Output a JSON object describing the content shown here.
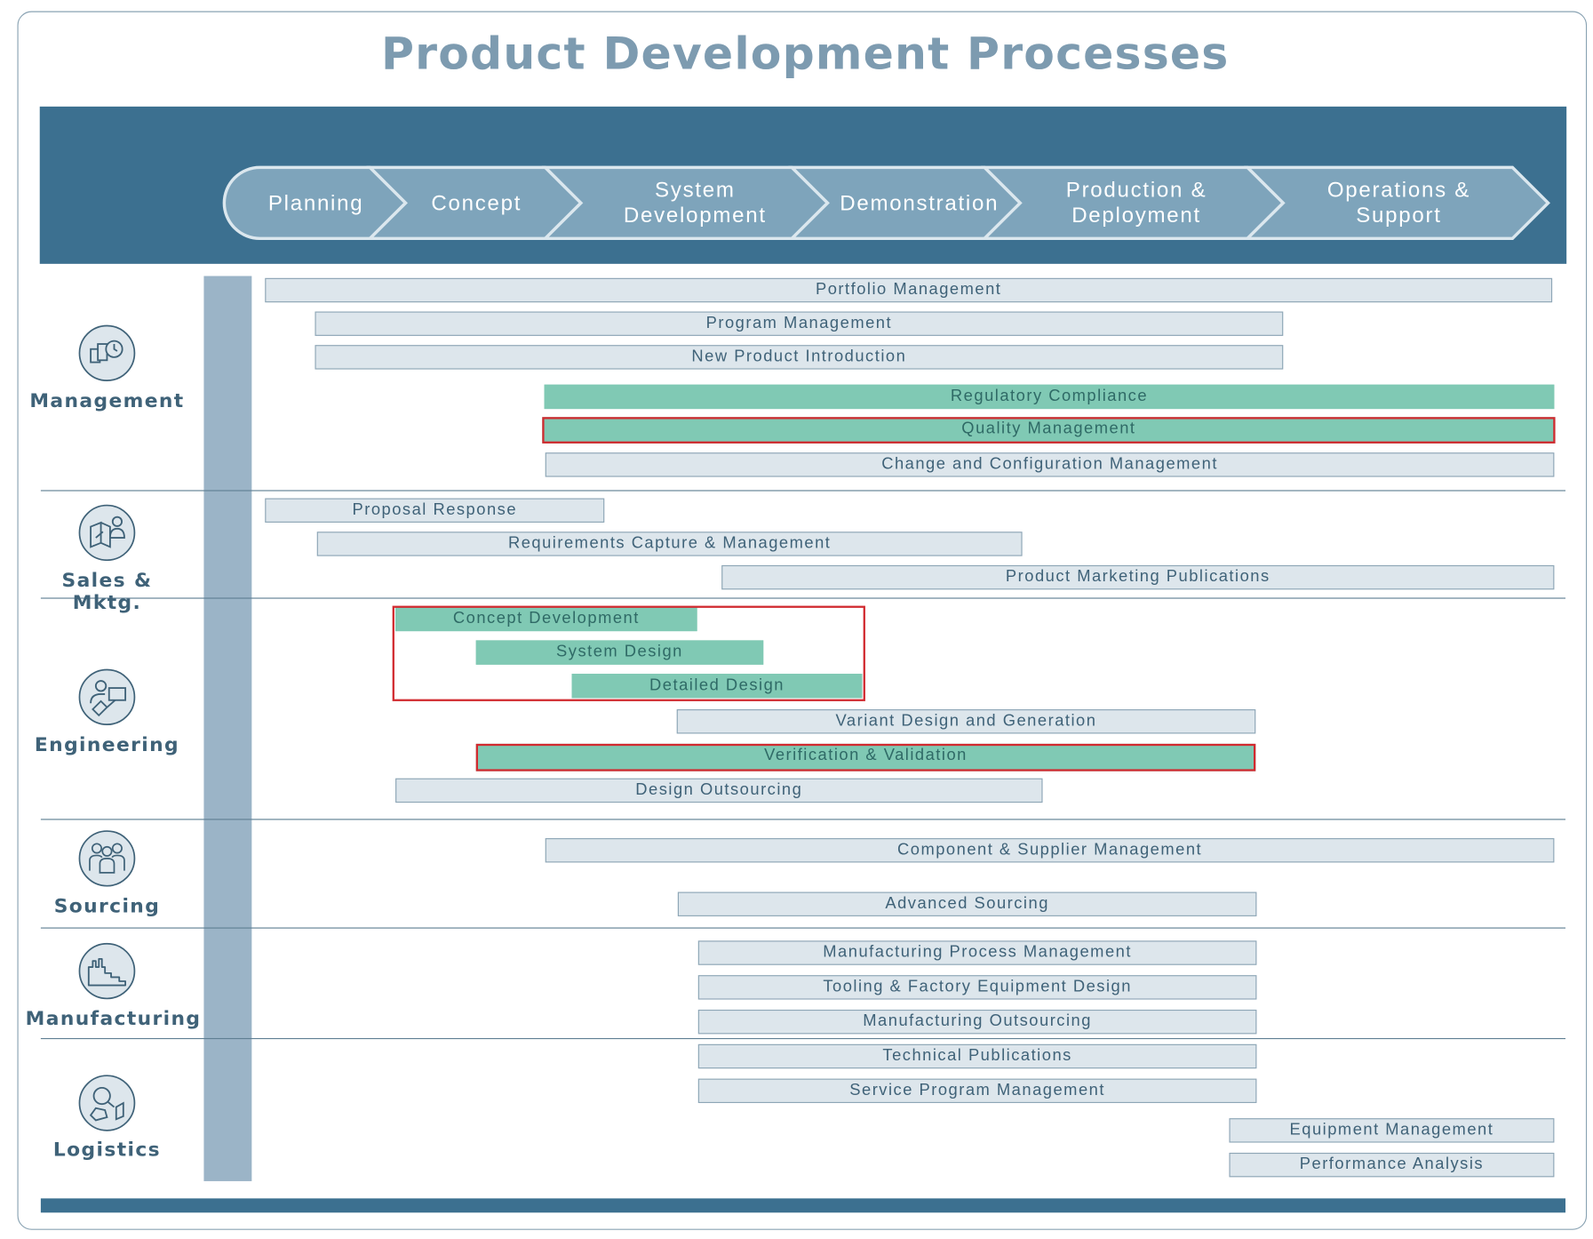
{
  "title": "Product Development Processes",
  "colors": {
    "header": "#3c7090",
    "phase_fill": "#7ea4bb",
    "bar_gray": "#dde6ec",
    "bar_green": "#80c9b4",
    "highlight_red": "#d12a2f"
  },
  "phases": [
    {
      "label": "Planning"
    },
    {
      "label": "Concept"
    },
    {
      "label": "System Development"
    },
    {
      "label": "Demonstration"
    },
    {
      "label": "Production & Deployment"
    },
    {
      "label": "Operations & Support"
    }
  ],
  "categories": [
    {
      "label": "Management",
      "icon": "management-icon"
    },
    {
      "label": "Sales & Mktg.",
      "icon": "sales-marketing-icon"
    },
    {
      "label": "Engineering",
      "icon": "engineering-icon"
    },
    {
      "label": "Sourcing",
      "icon": "sourcing-icon"
    },
    {
      "label": "Manufacturing",
      "icon": "manufacturing-icon"
    },
    {
      "label": "Logistics",
      "icon": "logistics-icon"
    }
  ],
  "processes": [
    {
      "label": "Portfolio Management",
      "style": "gray"
    },
    {
      "label": "Program Management",
      "style": "gray"
    },
    {
      "label": "New Product Introduction",
      "style": "gray"
    },
    {
      "label": "Regulatory Compliance",
      "style": "green"
    },
    {
      "label": "Quality Management",
      "style": "green",
      "highlighted": true
    },
    {
      "label": "Change and Configuration Management",
      "style": "gray"
    },
    {
      "label": "Proposal Response",
      "style": "gray"
    },
    {
      "label": "Requirements Capture & Management",
      "style": "gray"
    },
    {
      "label": "Product Marketing Publications",
      "style": "gray"
    },
    {
      "label": "Concept Development",
      "style": "green",
      "group_highlighted": true
    },
    {
      "label": "System Design",
      "style": "green",
      "group_highlighted": true
    },
    {
      "label": "Detailed Design",
      "style": "green",
      "group_highlighted": true
    },
    {
      "label": "Variant Design and Generation",
      "style": "gray"
    },
    {
      "label": "Verification & Validation",
      "style": "green",
      "highlighted": true
    },
    {
      "label": "Design Outsourcing",
      "style": "gray"
    },
    {
      "label": "Component & Supplier Management",
      "style": "gray"
    },
    {
      "label": "Advanced Sourcing",
      "style": "gray"
    },
    {
      "label": "Manufacturing Process Management",
      "style": "gray"
    },
    {
      "label": "Tooling & Factory Equipment Design",
      "style": "gray"
    },
    {
      "label": "Manufacturing Outsourcing",
      "style": "gray"
    },
    {
      "label": "Technical Publications",
      "style": "gray"
    },
    {
      "label": "Service Program Management",
      "style": "gray"
    },
    {
      "label": "Equipment Management",
      "style": "gray"
    },
    {
      "label": "Performance Analysis",
      "style": "gray"
    }
  ]
}
